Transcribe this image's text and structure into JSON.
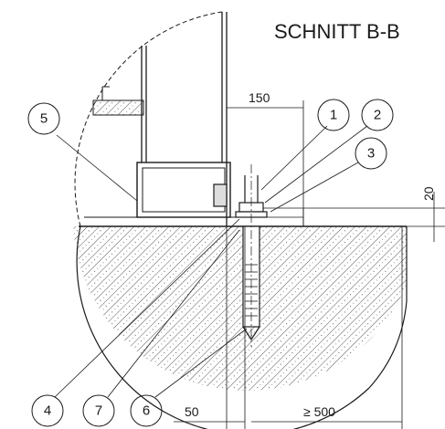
{
  "title": "SCHNITT B-B",
  "callouts": {
    "c1": "1",
    "c2": "2",
    "c3": "3",
    "c4": "4",
    "c5": "5",
    "c6": "6",
    "c7": "7"
  },
  "dimensions": {
    "d150": "150",
    "d20": "20",
    "d50": "50",
    "d500": "≥ 500"
  }
}
